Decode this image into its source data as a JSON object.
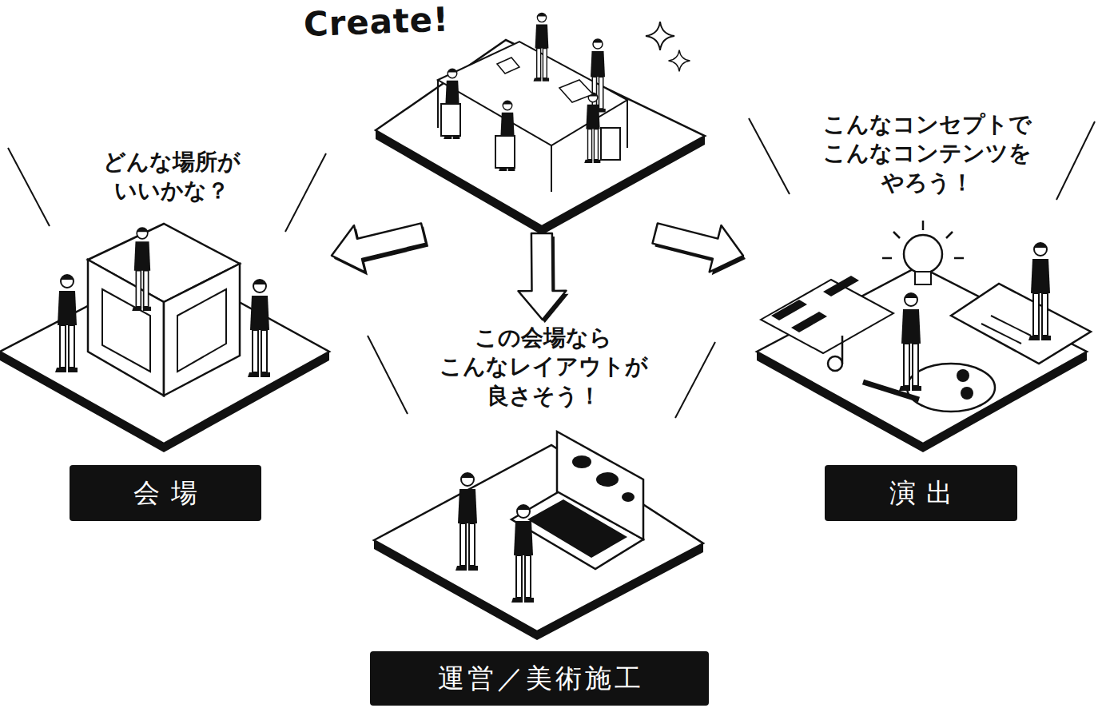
{
  "diagram": {
    "nodes": [
      {
        "text": [
          "Create!"
        ]
      },
      {
        "text": [
          "どんな場所が いいかな？"
        ]
      },
      {
        "text": [
          "会場"
        ]
      },
      {
        "text": [
          "この会場なら こんなレイアウトが 良さそう！"
        ]
      },
      {
        "text": [
          "運営／美術施工"
        ]
      },
      {
        "text": [
          "こんなコンセプトで こんなコンテンツを やろう！"
        ]
      },
      {
        "text": [
          "演出"
        ]
      }
    ],
    "edges": [
      {
        "from": 0,
        "to": 1,
        "arrow": "to"
      },
      {
        "from": 0,
        "to": 3,
        "arrow": "to"
      },
      {
        "from": 0,
        "to": 5,
        "arrow": "to"
      }
    ]
  }
}
